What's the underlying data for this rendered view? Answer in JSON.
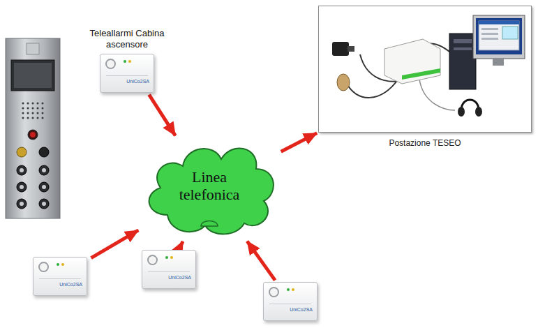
{
  "diagram": {
    "nodes": [
      {
        "text": [
          "Teleallarmi Cabina ascensore",
          "UniCo2SA"
        ]
      },
      {
        "text": [
          "Postazione TESEO"
        ]
      },
      {
        "text": [
          "Linea telefonica"
        ]
      },
      {
        "text": [
          "UniCo2SA"
        ]
      },
      {
        "text": [
          "UniCo2SA"
        ]
      },
      {
        "text": [
          "UniCo2SA"
        ]
      }
    ],
    "edges": [
      {
        "from": 0,
        "to": 2,
        "arrow": "to"
      },
      {
        "from": 3,
        "to": 2,
        "arrow": "to"
      },
      {
        "from": 4,
        "to": 2,
        "arrow": "to"
      },
      {
        "from": 5,
        "to": 2,
        "arrow": "to"
      },
      {
        "from": 2,
        "to": 1,
        "arrow": "to"
      }
    ]
  }
}
